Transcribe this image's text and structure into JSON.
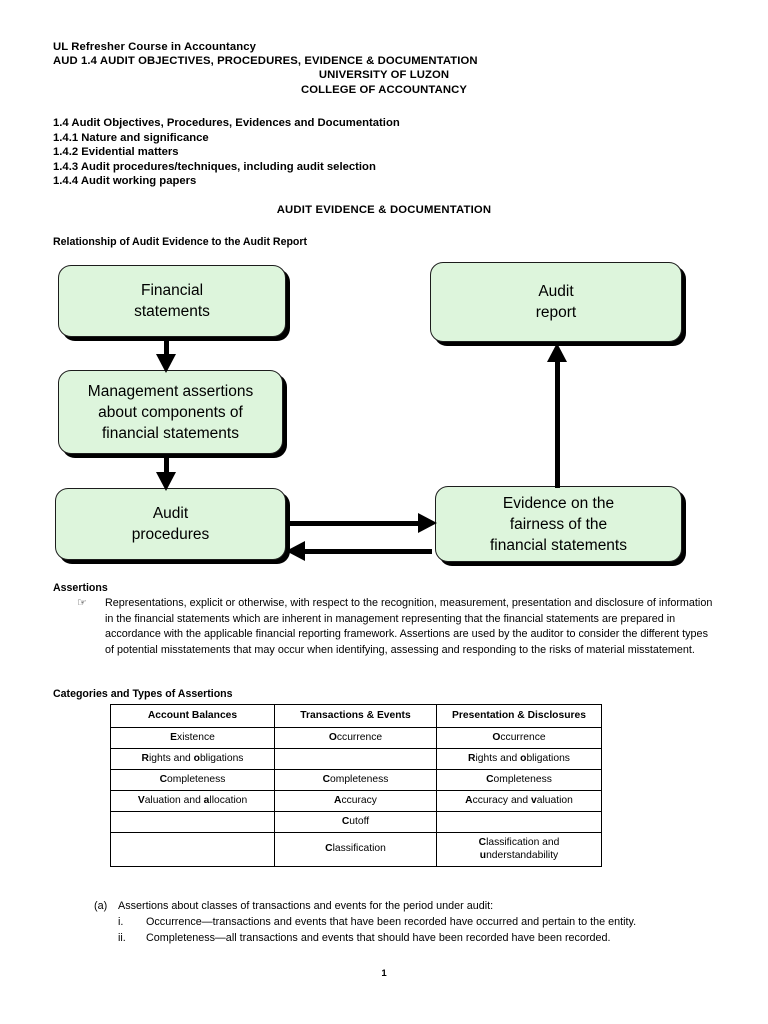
{
  "header": {
    "lines": [
      {
        "text": "UL Refresher Course in Accountancy",
        "align": "left"
      },
      {
        "text": "AUD 1.4 AUDIT OBJECTIVES, PROCEDURES, EVIDENCE & DOCUMENTATION",
        "align": "left"
      },
      {
        "text": "UNIVERSITY OF LUZON",
        "align": "center"
      },
      {
        "text": "COLLEGE OF ACCOUNTANCY",
        "align": "center"
      }
    ]
  },
  "outline": {
    "items": [
      "1.4 Audit Objectives, Procedures, Evidences and Documentation",
      "1.4.1 Nature and significance",
      "1.4.2 Evidential matters",
      "1.4.3 Audit procedures/techniques, including audit selection",
      "1.4.4 Audit working papers"
    ]
  },
  "section_title": "AUDIT EVIDENCE & DOCUMENTATION",
  "subheadings": {
    "relationship": "Relationship of Audit Evidence to the Audit Report",
    "assertions": "Assertions",
    "categories": "Categories and Types of Assertions"
  },
  "flowchart": {
    "fill_color": "#ddf5dc",
    "border_color": "#1c1c1c",
    "boxes": {
      "financial_statements": {
        "line1": "Financial",
        "line2": "statements"
      },
      "management_assertions": {
        "line1": "Management assertions",
        "line2": "about components of",
        "line3": "financial statements"
      },
      "audit_procedures": {
        "line1": "Audit",
        "line2": "procedures"
      },
      "audit_report": {
        "line1": "Audit",
        "line2": "report"
      },
      "evidence": {
        "line1": "Evidence on the",
        "line2": "fairness of the",
        "line3": "financial statements"
      }
    }
  },
  "assertions": {
    "bullet_glyph": "☞",
    "paragraph": "Representations, explicit or otherwise, with respect to the recognition, measurement, presentation and disclosure of information in the financial statements which are inherent in management representing that the financial statements are prepared in accordance with the applicable financial reporting framework. Assertions are used by the auditor to consider the different types of potential misstatements that may occur when identifying, assessing and responding to the risks of material misstatement."
  },
  "table": {
    "headers": [
      "Account Balances",
      "Transactions & Events",
      "Presentation & Disclosures"
    ],
    "rows": [
      [
        {
          "bold": "E",
          "rest": "xistence"
        },
        {
          "bold": "O",
          "rest": "ccurrence"
        },
        {
          "bold": "O",
          "rest": "ccurrence"
        }
      ],
      [
        {
          "bold": "R",
          "rest": "ights and ",
          "bold2": "o",
          "rest2": "bligations"
        },
        {
          "bold": "",
          "rest": ""
        },
        {
          "bold": "R",
          "rest": "ights and ",
          "bold2": "o",
          "rest2": "bligations"
        }
      ],
      [
        {
          "bold": "C",
          "rest": "ompleteness"
        },
        {
          "bold": "C",
          "rest": "ompleteness"
        },
        {
          "bold": "C",
          "rest": "ompleteness"
        }
      ],
      [
        {
          "bold": "V",
          "rest": "aluation and ",
          "bold2": "a",
          "rest2": "llocation"
        },
        {
          "bold": "A",
          "rest": "ccuracy"
        },
        {
          "bold": "A",
          "rest": "ccuracy and ",
          "bold2": "v",
          "rest2": "aluation"
        }
      ],
      [
        {
          "bold": "",
          "rest": ""
        },
        {
          "bold": "C",
          "rest": "utoff"
        },
        {
          "bold": "",
          "rest": ""
        }
      ],
      [
        {
          "bold": "",
          "rest": ""
        },
        {
          "bold": "C",
          "rest": "lassification"
        },
        {
          "bold": "C",
          "rest": "lassification and ",
          "bold2": "u",
          "rest2": "nderstandability"
        }
      ]
    ]
  },
  "bottom_list": {
    "item_a_marker": "(a)",
    "item_a_text": "Assertions about classes of transactions and events for the period under audit:",
    "sub_items": [
      {
        "marker": "i.",
        "text": "Occurrence—transactions and events that have been recorded have occurred and pertain to the entity."
      },
      {
        "marker": "ii.",
        "text": "Completeness—all transactions and events that should have been recorded have been recorded."
      }
    ]
  },
  "footer": {
    "page_number": "1"
  }
}
